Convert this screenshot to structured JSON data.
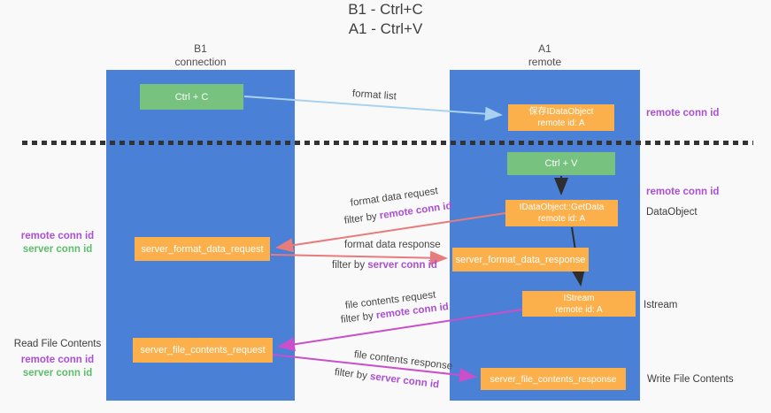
{
  "title": {
    "line1": "B1 - Ctrl+C",
    "line2": "A1 - Ctrl+V"
  },
  "colors": {
    "lane_blue": "#4a80d6",
    "green_box": "#77c27f",
    "orange_box": "#fbb04c",
    "purple_text": "#ab4fd3",
    "green_text": "#5cbd6a",
    "red_arrow": "#e87b7b",
    "magenta_arrow": "#ca4fca",
    "light_blue_arrow": "#a8d2f0",
    "black_arrow": "#2e2e2e",
    "background": "#f9f9f9"
  },
  "lanes": {
    "left": {
      "header_line1": "B1",
      "header_line2": "connection"
    },
    "right": {
      "header_line1": "A1",
      "header_line2": "remote"
    }
  },
  "nodes": {
    "ctrl_c": {
      "label": "Ctrl + C"
    },
    "ctrl_v": {
      "label": "Ctrl + V"
    },
    "save_dataobject": {
      "line1": "保存IDataObject",
      "line2": "remote id: A"
    },
    "getdata": {
      "line1": "IDataObject::GetData",
      "line2": "remote id: A"
    },
    "istream": {
      "line1": "IStream",
      "line2": "remote id: A"
    },
    "format_request": {
      "label": "server_format_data_request"
    },
    "format_response": {
      "label": "server_format_data_response"
    },
    "file_request": {
      "label": "server_file_contents_request"
    },
    "file_response": {
      "label": "server_file_contents_response"
    }
  },
  "side_labels": {
    "right_top_conn": "remote conn id",
    "right_mid_conn": "remote conn id",
    "dataobject": "DataObject",
    "istream": "Istream",
    "write_file": "Write File Contents",
    "left_top": {
      "remote": "remote conn id",
      "server": "server conn id"
    },
    "left_bottom": {
      "title": "Read File Contents",
      "remote": "remote conn id",
      "server": "server conn id"
    }
  },
  "arrow_labels": {
    "format_list": "format list",
    "format_request": {
      "text": "format data request",
      "filter_prefix": "filter by ",
      "filter_value": "remote conn id"
    },
    "format_response": {
      "text": "format data response",
      "filter_prefix": "filter by ",
      "filter_value": "server conn id"
    },
    "file_request": {
      "text": "file contents request",
      "filter_prefix": "filter by ",
      "filter_value": "remote conn id"
    },
    "file_response": {
      "text": "file contents response",
      "filter_prefix": "filter by ",
      "filter_value": "server conn id"
    }
  }
}
